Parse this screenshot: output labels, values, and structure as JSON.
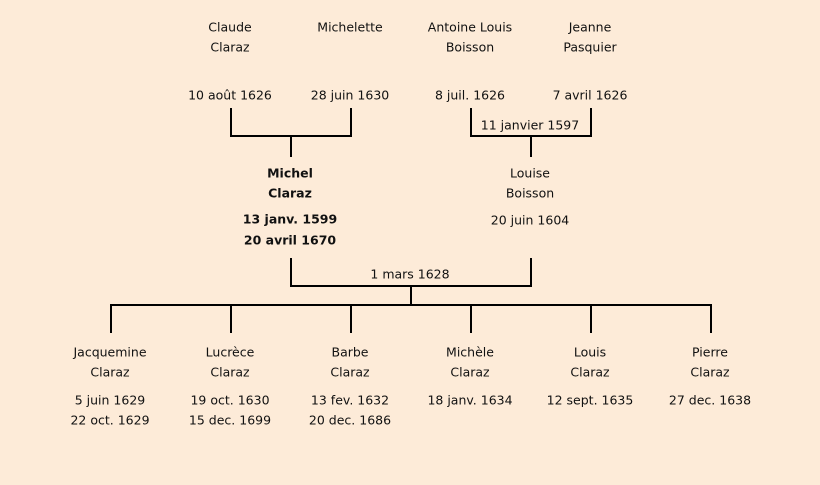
{
  "grandparents": [
    {
      "first": "Claude",
      "last": "Claraz",
      "date": "10 août 1626"
    },
    {
      "first": "Michelette",
      "last": "",
      "date": "28 juin 1630"
    },
    {
      "first": "Antoine Louis",
      "last": "Boisson",
      "date": "8 juil. 1626"
    },
    {
      "first": "Jeanne",
      "last": "Pasquier",
      "date": "7 avril 1626"
    }
  ],
  "grandparents_marriage_right": "11 janvier 1597",
  "father": {
    "first": "Michel",
    "last": "Claraz",
    "birth": "13 janv. 1599",
    "death": "20 avril 1670"
  },
  "mother": {
    "first": "Louise",
    "last": "Boisson",
    "birth": "20 juin 1604"
  },
  "marriage": "1 mars 1628",
  "children": [
    {
      "first": "Jacquemine",
      "last": "Claraz",
      "birth": "5 juin 1629",
      "death": "22 oct. 1629"
    },
    {
      "first": "Lucrèce",
      "last": "Claraz",
      "birth": "19 oct. 1630",
      "death": "15 dec. 1699"
    },
    {
      "first": "Barbe",
      "last": "Claraz",
      "birth": "13 fev. 1632",
      "death": "20 dec. 1686"
    },
    {
      "first": "Michèle",
      "last": "Claraz",
      "birth": "18 janv. 1634",
      "death": ""
    },
    {
      "first": "Louis",
      "last": "Claraz",
      "birth": "12 sept. 1635",
      "death": ""
    },
    {
      "first": "Pierre",
      "last": "Claraz",
      "birth": "27 dec. 1638",
      "death": ""
    }
  ]
}
